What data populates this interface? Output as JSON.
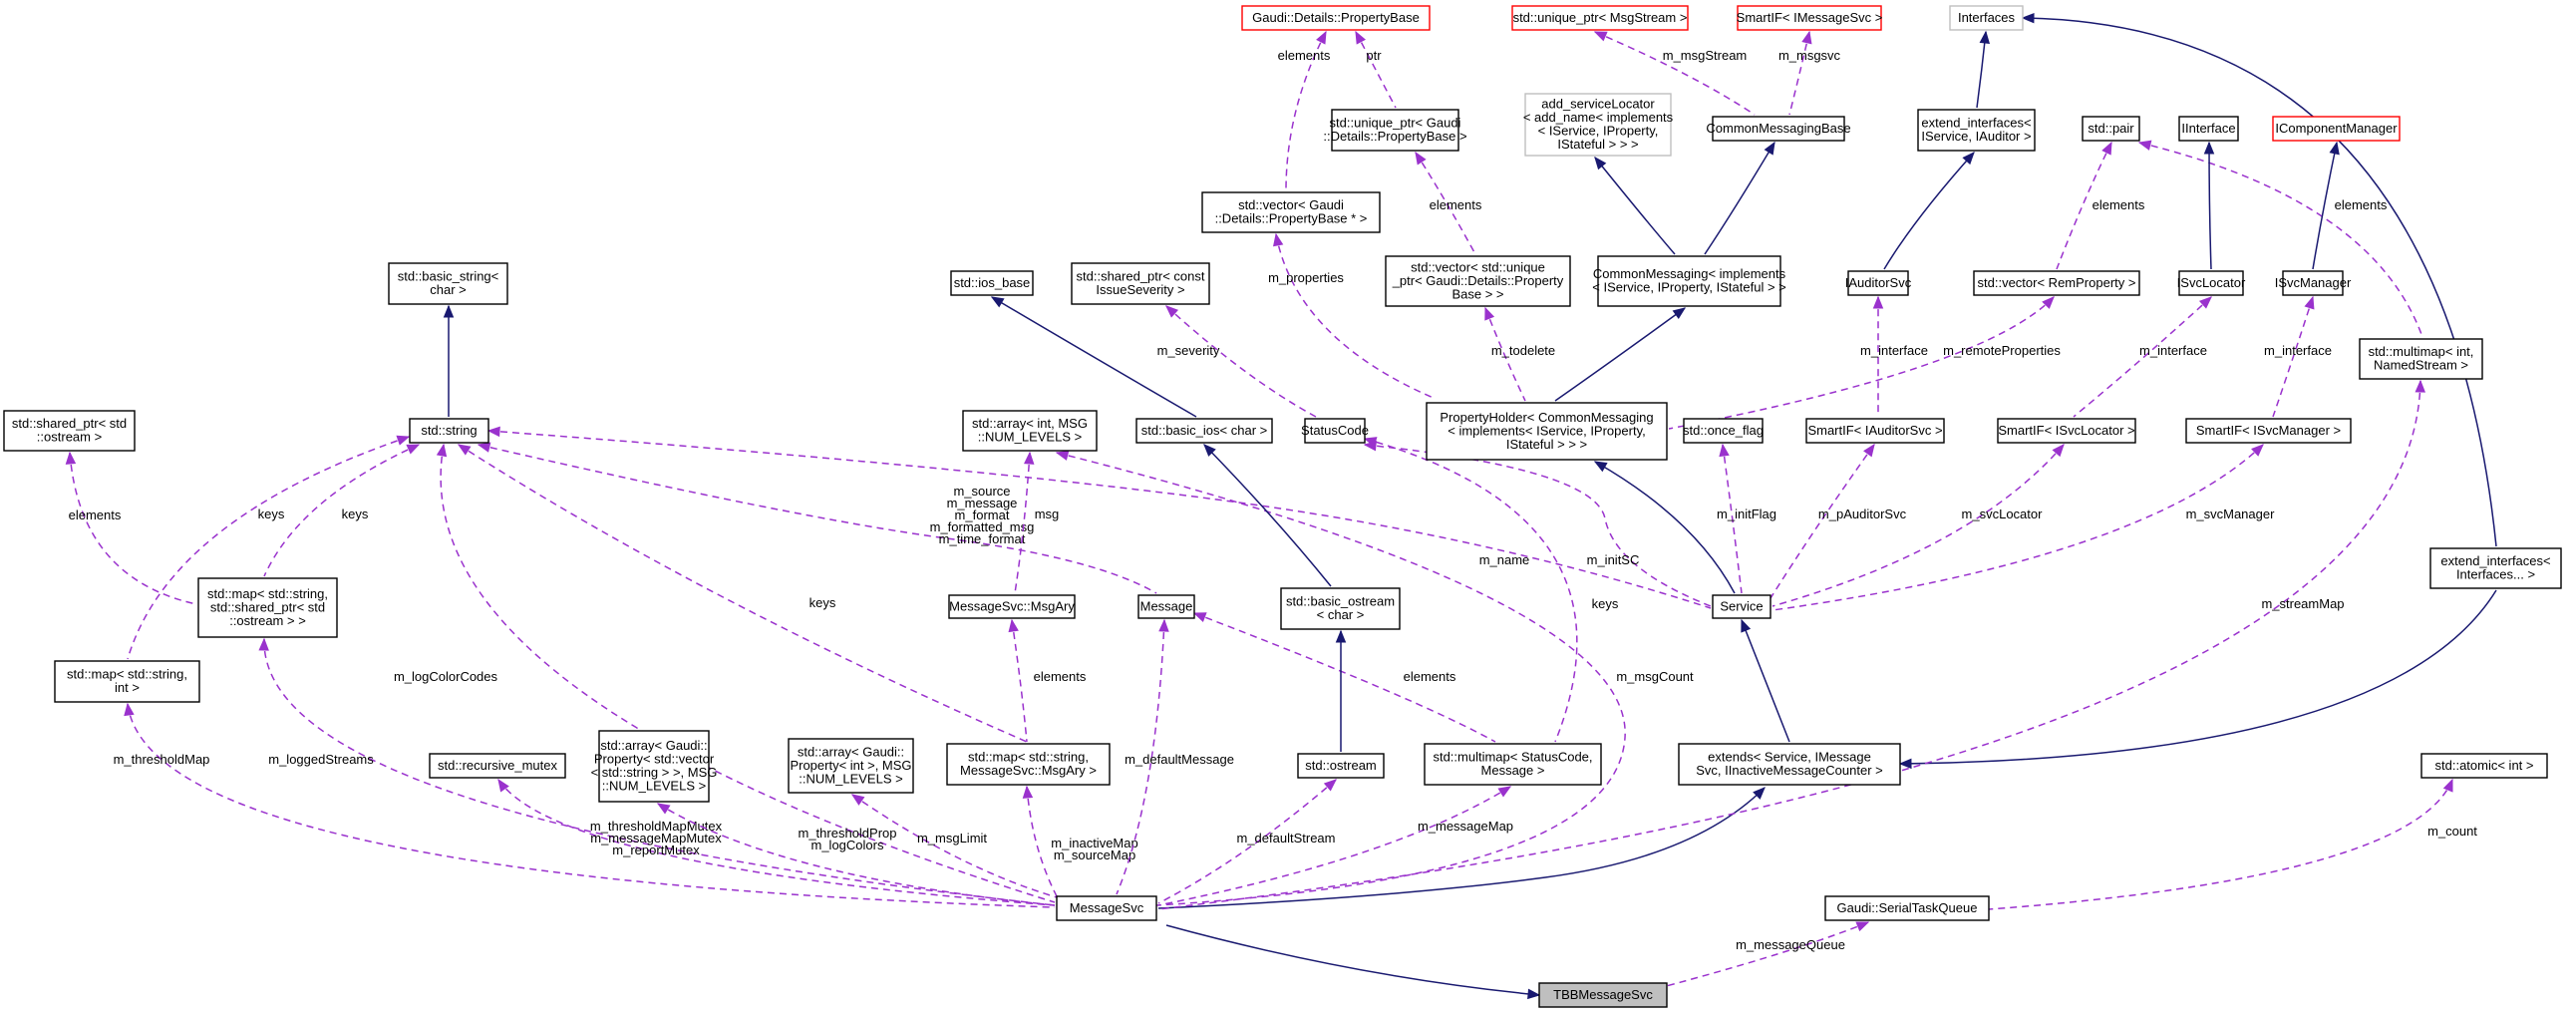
{
  "nodes": [
    {
      "id": "TBBMessageSvc",
      "lines": [
        "TBBMessageSvc"
      ],
      "style": "filled"
    },
    {
      "id": "MessageSvc",
      "lines": [
        "MessageSvc"
      ],
      "style": "normal"
    },
    {
      "id": "extends",
      "lines": [
        "extends< Service, IMessage",
        "Svc, IInactiveMessageCounter >"
      ],
      "style": "normal"
    },
    {
      "id": "Service",
      "lines": [
        "Service"
      ],
      "style": "normal"
    },
    {
      "id": "PropertyHolder",
      "lines": [
        "PropertyHolder< CommonMessaging",
        "< implements< IService, IProperty,",
        "IStateful > > >"
      ],
      "style": "normal"
    },
    {
      "id": "CommonMessaging",
      "lines": [
        "CommonMessaging< implements",
        "< IService, IProperty, IStateful > >"
      ],
      "style": "normal"
    },
    {
      "id": "add_serviceLocator",
      "lines": [
        "add_serviceLocator",
        "< add_name< implements",
        "< IService, IProperty,",
        "IStateful > > >"
      ],
      "style": "gray"
    },
    {
      "id": "CommonMessagingBase",
      "lines": [
        "CommonMessagingBase"
      ],
      "style": "normal"
    },
    {
      "id": "unique_ptr_MsgStream",
      "lines": [
        "std::unique_ptr< MsgStream >"
      ],
      "style": "red"
    },
    {
      "id": "SmartIF_IMessageSvc",
      "lines": [
        "SmartIF< IMessageSvc >"
      ],
      "style": "red"
    },
    {
      "id": "vector_uptr_PB",
      "lines": [
        "std::vector< std::unique",
        "_ptr< Gaudi::Details::Property",
        "Base > >"
      ],
      "style": "normal"
    },
    {
      "id": "unique_ptr_PB",
      "lines": [
        "std::unique_ptr< Gaudi",
        "::Details::PropertyBase >"
      ],
      "style": "normal"
    },
    {
      "id": "PropertyBase",
      "lines": [
        "Gaudi::Details::PropertyBase"
      ],
      "style": "red"
    },
    {
      "id": "vector_PB_ptr",
      "lines": [
        "std::vector< Gaudi",
        "::Details::PropertyBase * >"
      ],
      "style": "normal"
    },
    {
      "id": "StatusCode",
      "lines": [
        "StatusCode"
      ],
      "style": "normal"
    },
    {
      "id": "shared_ptr_IssueSeverity",
      "lines": [
        "std::shared_ptr< const",
        "IssueSeverity >"
      ],
      "style": "normal"
    },
    {
      "id": "once_flag",
      "lines": [
        "std::once_flag"
      ],
      "style": "normal"
    },
    {
      "id": "SmartIF_IAuditorSvc",
      "lines": [
        "SmartIF< IAuditorSvc >"
      ],
      "style": "normal"
    },
    {
      "id": "IAuditorSvc",
      "lines": [
        "IAuditorSvc"
      ],
      "style": "normal"
    },
    {
      "id": "extend_interfaces_IService",
      "lines": [
        "extend_interfaces<",
        "IService, IAuditor >"
      ],
      "style": "normal"
    },
    {
      "id": "Interfaces",
      "lines": [
        "Interfaces"
      ],
      "style": "gray"
    },
    {
      "id": "vector_RemProperty",
      "lines": [
        "std::vector< RemProperty >"
      ],
      "style": "normal"
    },
    {
      "id": "std_pair",
      "lines": [
        "std::pair"
      ],
      "style": "normal"
    },
    {
      "id": "SmartIF_ISvcLocator",
      "lines": [
        "SmartIF< ISvcLocator >"
      ],
      "style": "normal"
    },
    {
      "id": "ISvcLocator",
      "lines": [
        "ISvcLocator"
      ],
      "style": "normal"
    },
    {
      "id": "IInterface",
      "lines": [
        "IInterface"
      ],
      "style": "normal"
    },
    {
      "id": "SmartIF_ISvcManager",
      "lines": [
        "SmartIF< ISvcManager >"
      ],
      "style": "normal"
    },
    {
      "id": "ISvcManager",
      "lines": [
        "ISvcManager"
      ],
      "style": "normal"
    },
    {
      "id": "IComponentManager",
      "lines": [
        "IComponentManager"
      ],
      "style": "red"
    },
    {
      "id": "multimap_int_NamedStream",
      "lines": [
        "std::multimap< int,",
        "NamedStream >"
      ],
      "style": "normal"
    },
    {
      "id": "extend_interfaces_dots",
      "lines": [
        "extend_interfaces<",
        "Interfaces... >"
      ],
      "style": "normal"
    },
    {
      "id": "atomic_int",
      "lines": [
        "std::atomic< int >"
      ],
      "style": "normal"
    },
    {
      "id": "SerialTaskQueue",
      "lines": [
        "Gaudi::SerialTaskQueue"
      ],
      "style": "normal"
    },
    {
      "id": "std_string",
      "lines": [
        "std::string"
      ],
      "style": "normal"
    },
    {
      "id": "basic_string",
      "lines": [
        "std::basic_string<",
        "char >"
      ],
      "style": "normal"
    },
    {
      "id": "shared_ptr_ostream",
      "lines": [
        "std::shared_ptr< std",
        "::ostream >"
      ],
      "style": "normal"
    },
    {
      "id": "map_string_shared_ostream",
      "lines": [
        "std::map< std::string,",
        "std::shared_ptr< std",
        "::ostream > >"
      ],
      "style": "normal"
    },
    {
      "id": "map_string_int",
      "lines": [
        "std::map< std::string,",
        "int >"
      ],
      "style": "normal"
    },
    {
      "id": "recursive_mutex",
      "lines": [
        "std::recursive_mutex"
      ],
      "style": "normal"
    },
    {
      "id": "array_Prop_vecstr",
      "lines": [
        "std::array< Gaudi::",
        "Property< std::vector",
        "< std::string > >, MSG",
        "::NUM_LEVELS >"
      ],
      "style": "normal"
    },
    {
      "id": "array_Prop_int",
      "lines": [
        "std::array< Gaudi::",
        "Property< int >, MSG",
        "::NUM_LEVELS >"
      ],
      "style": "normal"
    },
    {
      "id": "map_string_MsgAry",
      "lines": [
        "std::map< std::string,",
        "MessageSvc::MsgAry >"
      ],
      "style": "normal"
    },
    {
      "id": "MsgAry",
      "lines": [
        "MessageSvc::MsgAry"
      ],
      "style": "normal"
    },
    {
      "id": "array_int_MSG",
      "lines": [
        "std::array< int, MSG",
        "::NUM_LEVELS >"
      ],
      "style": "normal"
    },
    {
      "id": "Message",
      "lines": [
        "Message"
      ],
      "style": "normal"
    },
    {
      "id": "ios_base",
      "lines": [
        "std::ios_base"
      ],
      "style": "normal"
    },
    {
      "id": "basic_ios",
      "lines": [
        "std::basic_ios< char >"
      ],
      "style": "normal"
    },
    {
      "id": "basic_ostream",
      "lines": [
        "std::basic_ostream",
        "< char >"
      ],
      "style": "normal"
    },
    {
      "id": "std_ostream",
      "lines": [
        "std::ostream"
      ],
      "style": "normal"
    },
    {
      "id": "multimap_StatusCode_Message",
      "lines": [
        "std::multimap< StatusCode,",
        "Message >"
      ],
      "style": "normal"
    }
  ],
  "edges": [
    {
      "from": "MessageSvc",
      "to": "TBBMessageSvc",
      "kind": "inherit",
      "label": []
    },
    {
      "from": "SerialTaskQueue",
      "to": "TBBMessageSvc",
      "kind": "usage",
      "label": [
        "m_messageQueue"
      ]
    },
    {
      "from": "atomic_int",
      "to": "SerialTaskQueue",
      "kind": "usage",
      "label": [
        "m_count"
      ]
    },
    {
      "from": "extends",
      "to": "MessageSvc",
      "kind": "inherit",
      "label": []
    },
    {
      "from": "extend_interfaces_dots",
      "to": "extends",
      "kind": "inherit",
      "label": []
    },
    {
      "from": "Interfaces",
      "to": "extend_interfaces_dots",
      "kind": "inherit",
      "label": []
    },
    {
      "from": "Service",
      "to": "extends",
      "kind": "inherit",
      "label": []
    },
    {
      "from": "PropertyHolder",
      "to": "Service",
      "kind": "inherit",
      "label": []
    },
    {
      "from": "CommonMessaging",
      "to": "PropertyHolder",
      "kind": "inherit",
      "label": []
    },
    {
      "from": "add_serviceLocator",
      "to": "CommonMessaging",
      "kind": "inherit",
      "label": []
    },
    {
      "from": "CommonMessagingBase",
      "to": "CommonMessaging",
      "kind": "inherit",
      "label": []
    },
    {
      "from": "unique_ptr_MsgStream",
      "to": "CommonMessagingBase",
      "kind": "usage",
      "label": [
        "m_msgStream"
      ]
    },
    {
      "from": "SmartIF_IMessageSvc",
      "to": "CommonMessagingBase",
      "kind": "usage",
      "label": [
        "m_msgsvc"
      ]
    },
    {
      "from": "vector_uptr_PB",
      "to": "PropertyHolder",
      "kind": "usage",
      "label": [
        "m_todelete"
      ]
    },
    {
      "from": "unique_ptr_PB",
      "to": "vector_uptr_PB",
      "kind": "usage",
      "label": [
        "elements"
      ]
    },
    {
      "from": "PropertyBase",
      "to": "unique_ptr_PB",
      "kind": "usage",
      "label": [
        "ptr"
      ]
    },
    {
      "from": "PropertyBase",
      "to": "vector_PB_ptr",
      "kind": "usage",
      "label": [
        "elements"
      ]
    },
    {
      "from": "vector_PB_ptr",
      "to": "PropertyHolder",
      "kind": "usage",
      "label": [
        "m_properties"
      ]
    },
    {
      "from": "vector_RemProperty",
      "to": "PropertyHolder",
      "kind": "usage",
      "label": [
        "m_remoteProperties"
      ]
    },
    {
      "from": "std_pair",
      "to": "vector_RemProperty",
      "kind": "usage",
      "label": [
        "elements"
      ]
    },
    {
      "from": "std_pair",
      "to": "multimap_int_NamedStream",
      "kind": "usage",
      "label": [
        "elements"
      ]
    },
    {
      "from": "IAuditorSvc",
      "to": "SmartIF_IAuditorSvc",
      "kind": "usage",
      "label": [
        "m_interface"
      ]
    },
    {
      "from": "extend_interfaces_IService",
      "to": "IAuditorSvc",
      "kind": "inherit",
      "label": []
    },
    {
      "from": "Interfaces",
      "to": "extend_interfaces_IService",
      "kind": "inherit",
      "label": []
    },
    {
      "from": "ISvcLocator",
      "to": "SmartIF_ISvcLocator",
      "kind": "usage",
      "label": [
        "m_interface"
      ]
    },
    {
      "from": "IInterface",
      "to": "ISvcLocator",
      "kind": "inherit",
      "label": []
    },
    {
      "from": "ISvcManager",
      "to": "SmartIF_ISvcManager",
      "kind": "usage",
      "label": [
        "m_interface"
      ]
    },
    {
      "from": "IComponentManager",
      "to": "ISvcManager",
      "kind": "inherit",
      "label": []
    },
    {
      "from": "StatusCode",
      "to": "Service",
      "kind": "usage",
      "label": [
        "m_initSC"
      ]
    },
    {
      "from": "shared_ptr_IssueSeverity",
      "to": "StatusCode",
      "kind": "usage",
      "label": [
        "m_severity"
      ]
    },
    {
      "from": "once_flag",
      "to": "Service",
      "kind": "usage",
      "label": [
        "m_initFlag"
      ]
    },
    {
      "from": "SmartIF_IAuditorSvc",
      "to": "Service",
      "kind": "usage",
      "label": [
        "m_pAuditorSvc"
      ]
    },
    {
      "from": "SmartIF_ISvcLocator",
      "to": "Service",
      "kind": "usage",
      "label": [
        "m_svcLocator"
      ]
    },
    {
      "from": "SmartIF_ISvcManager",
      "to": "Service",
      "kind": "usage",
      "label": [
        "m_svcManager"
      ]
    },
    {
      "from": "std_string",
      "to": "Service",
      "kind": "usage",
      "label": [
        "m_name"
      ]
    },
    {
      "from": "basic_string",
      "to": "std_string",
      "kind": "inherit",
      "label": []
    },
    {
      "from": "std_string",
      "to": "Message",
      "kind": "usage",
      "label": [
        "m_source",
        "m_message",
        "m_format",
        "m_formatted_msg",
        "m_time_format"
      ]
    },
    {
      "from": "std_string",
      "to": "map_string_shared_ostream",
      "kind": "usage",
      "label": [
        "keys"
      ]
    },
    {
      "from": "std_string",
      "to": "map_string_int",
      "kind": "usage",
      "label": [
        "keys"
      ]
    },
    {
      "from": "std_string",
      "to": "map_string_MsgAry",
      "kind": "usage",
      "label": [
        "keys"
      ]
    },
    {
      "from": "std_string",
      "to": "MessageSvc",
      "kind": "usage",
      "label": [
        "m_logColorCodes"
      ]
    },
    {
      "from": "shared_ptr_ostream",
      "to": "map_string_shared_ostream",
      "kind": "usage",
      "label": [
        "elements"
      ]
    },
    {
      "from": "map_string_shared_ostream",
      "to": "MessageSvc",
      "kind": "usage",
      "label": [
        "m_loggedStreams"
      ]
    },
    {
      "from": "map_string_int",
      "to": "MessageSvc",
      "kind": "usage",
      "label": [
        "m_thresholdMap"
      ]
    },
    {
      "from": "recursive_mutex",
      "to": "MessageSvc",
      "kind": "usage",
      "label": [
        "m_thresholdMapMutex",
        "m_messageMapMutex",
        "m_reportMutex"
      ]
    },
    {
      "from": "array_Prop_vecstr",
      "to": "MessageSvc",
      "kind": "usage",
      "label": [
        "m_thresholdProp",
        "m_logColors"
      ]
    },
    {
      "from": "array_Prop_int",
      "to": "MessageSvc",
      "kind": "usage",
      "label": [
        "m_msgLimit"
      ]
    },
    {
      "from": "map_string_MsgAry",
      "to": "MessageSvc",
      "kind": "usage",
      "label": [
        "m_inactiveMap",
        "m_sourceMap"
      ]
    },
    {
      "from": "MsgAry",
      "to": "map_string_MsgAry",
      "kind": "usage",
      "label": [
        "elements"
      ]
    },
    {
      "from": "array_int_MSG",
      "to": "MsgAry",
      "kind": "usage",
      "label": [
        "msg"
      ]
    },
    {
      "from": "array_int_MSG",
      "to": "MessageSvc",
      "kind": "usage",
      "label": [
        "m_msgCount"
      ]
    },
    {
      "from": "Message",
      "to": "MessageSvc",
      "kind": "usage",
      "label": [
        "m_defaultMessage"
      ]
    },
    {
      "from": "Message",
      "to": "multimap_StatusCode_Message",
      "kind": "usage",
      "label": [
        "elements"
      ]
    },
    {
      "from": "StatusCode",
      "to": "multimap_StatusCode_Message",
      "kind": "usage",
      "label": [
        "keys"
      ]
    },
    {
      "from": "multimap_StatusCode_Message",
      "to": "MessageSvc",
      "kind": "usage",
      "label": [
        "m_messageMap"
      ]
    },
    {
      "from": "std_ostream",
      "to": "MessageSvc",
      "kind": "usage",
      "label": [
        "m_defaultStream"
      ]
    },
    {
      "from": "basic_ostream",
      "to": "std_ostream",
      "kind": "inherit",
      "label": []
    },
    {
      "from": "basic_ios",
      "to": "basic_ostream",
      "kind": "inherit",
      "label": []
    },
    {
      "from": "ios_base",
      "to": "basic_ios",
      "kind": "inherit",
      "label": []
    },
    {
      "from": "multimap_int_NamedStream",
      "to": "MessageSvc",
      "kind": "usage",
      "label": [
        "m_streamMap"
      ]
    }
  ]
}
